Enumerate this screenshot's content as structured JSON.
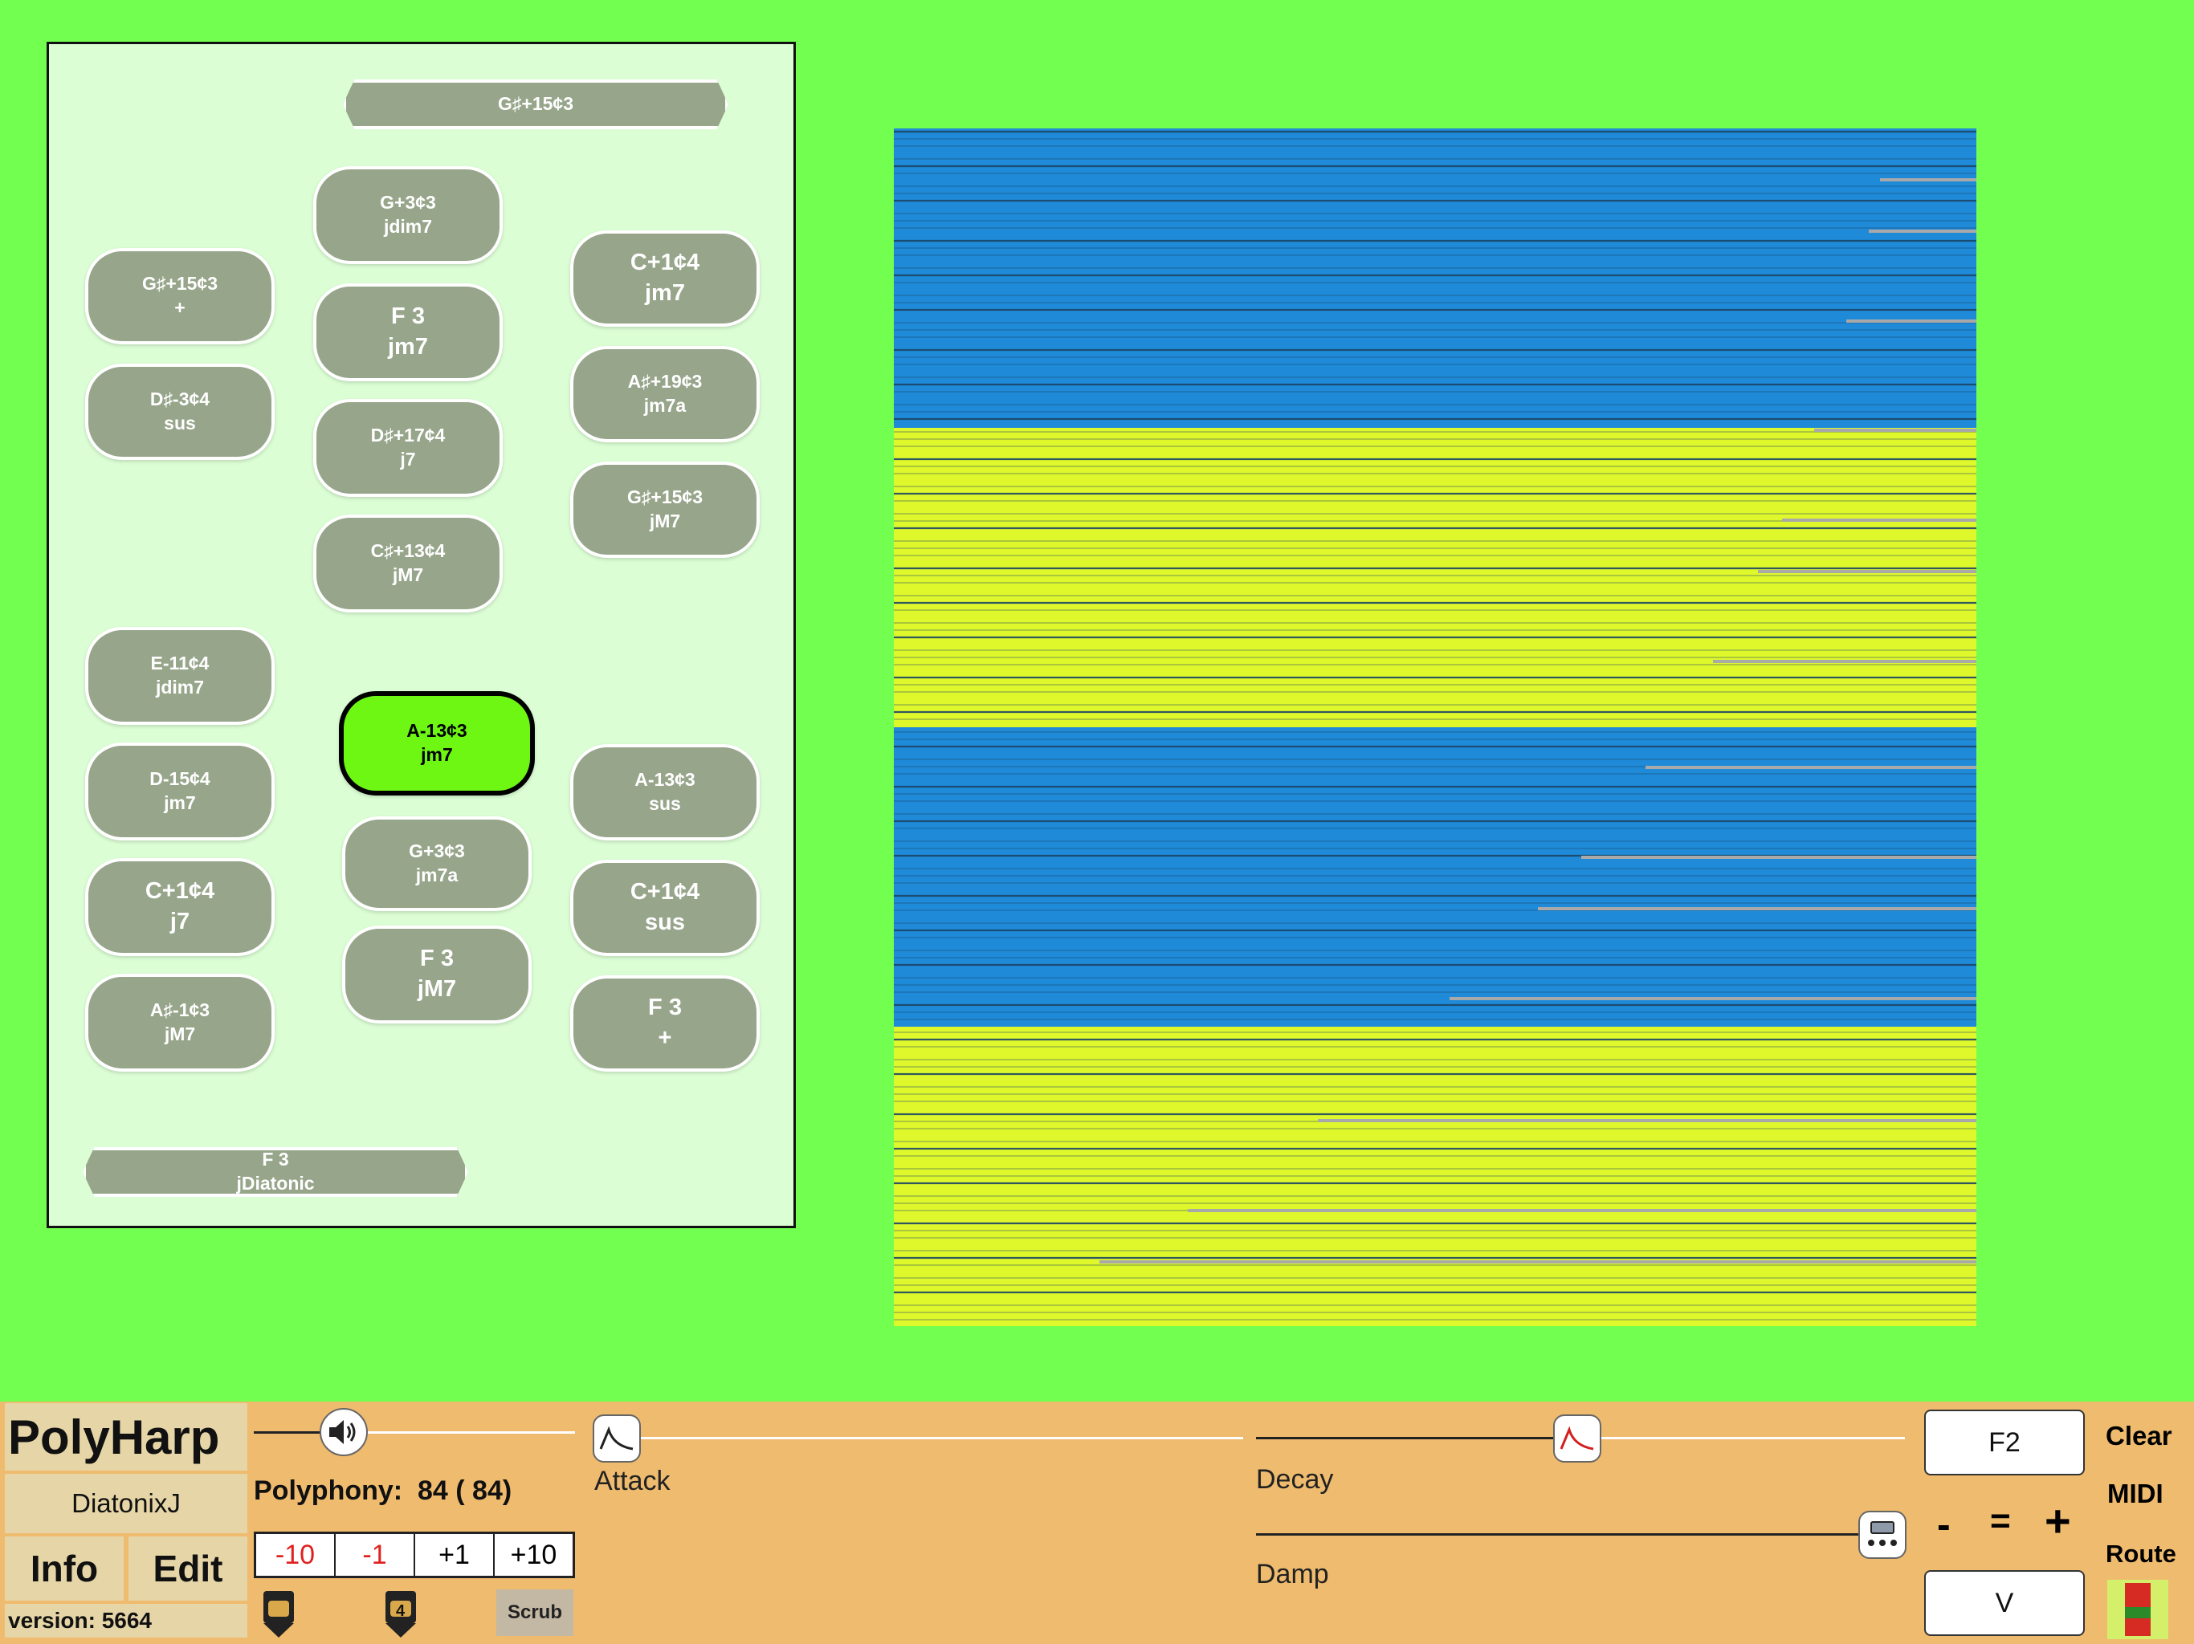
{
  "chord_panel": {
    "top_bar": {
      "line1": "G♯+15¢3",
      "line2": ""
    },
    "bottom_bar": {
      "line1": "F 3",
      "line2": "jDiatonic"
    },
    "keys": [
      {
        "line1": "G♯+15¢3",
        "line2": "+",
        "size": "sm"
      },
      {
        "line1": "D♯-3¢4",
        "line2": "sus",
        "size": "sm"
      },
      {
        "line1": "G+3¢3",
        "line2": "jdim7",
        "size": "sm"
      },
      {
        "line1": "F 3",
        "line2": "jm7",
        "size": "lg"
      },
      {
        "line1": "D♯+17¢4",
        "line2": "j7",
        "size": "sm"
      },
      {
        "line1": "C♯+13¢4",
        "line2": "jM7",
        "size": "sm"
      },
      {
        "line1": "C+1¢4",
        "line2": "jm7",
        "size": "lg"
      },
      {
        "line1": "A♯+19¢3",
        "line2": "jm7a",
        "size": "sm"
      },
      {
        "line1": "G♯+15¢3",
        "line2": "jM7",
        "size": "sm"
      },
      {
        "line1": "E-11¢4",
        "line2": "jdim7",
        "size": "sm"
      },
      {
        "line1": "D-15¢4",
        "line2": "jm7",
        "size": "sm"
      },
      {
        "line1": "C+1¢4",
        "line2": "j7",
        "size": "lg"
      },
      {
        "line1": "A♯-1¢3",
        "line2": "jM7",
        "size": "sm"
      },
      {
        "line1": "A-13¢3",
        "line2": "jm7",
        "size": "sm",
        "active": true
      },
      {
        "line1": "G+3¢3",
        "line2": "jm7a",
        "size": "sm"
      },
      {
        "line1": "F 3",
        "line2": "jM7",
        "size": "lg"
      },
      {
        "line1": "A-13¢3",
        "line2": "sus",
        "size": "sm"
      },
      {
        "line1": "C+1¢4",
        "line2": "sus",
        "size": "lg"
      },
      {
        "line1": "F 3",
        "line2": "+",
        "size": "lg"
      }
    ]
  },
  "strings_view": {
    "colors": {
      "blue": "#1e8ad8",
      "yellow": "#dff82c",
      "line": "#1c4666",
      "marker": "#a9a9a9"
    },
    "sections": [
      "blue",
      "yellow",
      "blue",
      "yellow"
    ]
  },
  "controls": {
    "app_name": "PolyHarp",
    "preset": "DiatonixJ",
    "info_label": "Info",
    "edit_label": "Edit",
    "version": "version: 5664",
    "polyphony": "Polyphony:  84 ( 84)",
    "steps": [
      "-10",
      "-1",
      "+1",
      "+10"
    ],
    "scrub_label": "Scrub",
    "small_icon_badge": "4",
    "attack_label": "Attack",
    "decay_label": "Decay",
    "damp_label": "Damp",
    "note_box": "F2",
    "v_box": "V",
    "clear_label": "Clear",
    "midi_label": "MIDI",
    "route_label": "Route",
    "minus_label": "-",
    "equals_label": "=",
    "plus_label": "+",
    "colors": {
      "bar": "#efbb6e",
      "tile": "#e6d5a6",
      "minus_steps": "#e0201e"
    }
  }
}
